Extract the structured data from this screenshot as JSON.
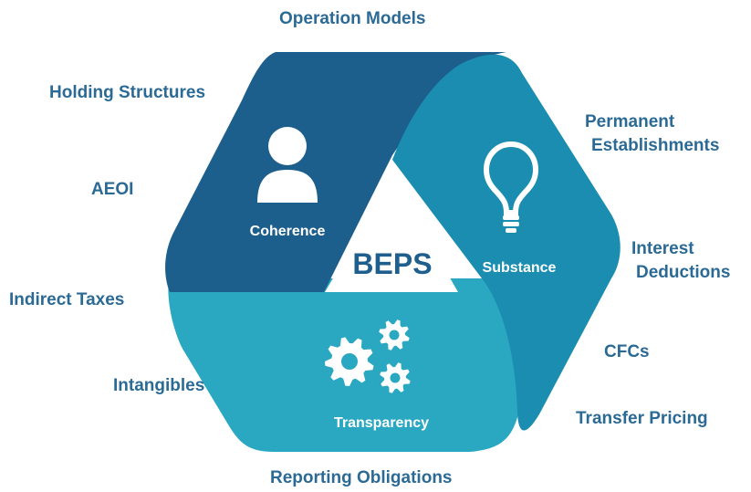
{
  "colors": {
    "label_text": "#2c6a96",
    "segment_coherence": "#1d5f8c",
    "segment_substance": "#1a8db0",
    "segment_transparency": "#2aa8c2",
    "center_text": "#1f5f8e",
    "icon_fill": "#ffffff"
  },
  "center": {
    "label": "BEPS"
  },
  "segments": {
    "coherence": {
      "label": "Coherence",
      "icon": "person-icon"
    },
    "substance": {
      "label": "Substance",
      "icon": "lightbulb-icon"
    },
    "transparency": {
      "label": "Transparency",
      "icon": "gears-icon"
    }
  },
  "topics": {
    "operation_models": "Operation Models",
    "holding_structures": "Holding Structures",
    "permanent_establishments_line1": "Permanent",
    "permanent_establishments_line2": "Establishments",
    "aeoi": "AEOI",
    "interest_deductions_line1": "Interest",
    "interest_deductions_line2": "Deductions",
    "indirect_taxes": "Indirect Taxes",
    "cfcs": "CFCs",
    "intangibles": "Intangibles",
    "transfer_pricing": "Transfer Pricing",
    "reporting_obligations": "Reporting Obligations"
  }
}
